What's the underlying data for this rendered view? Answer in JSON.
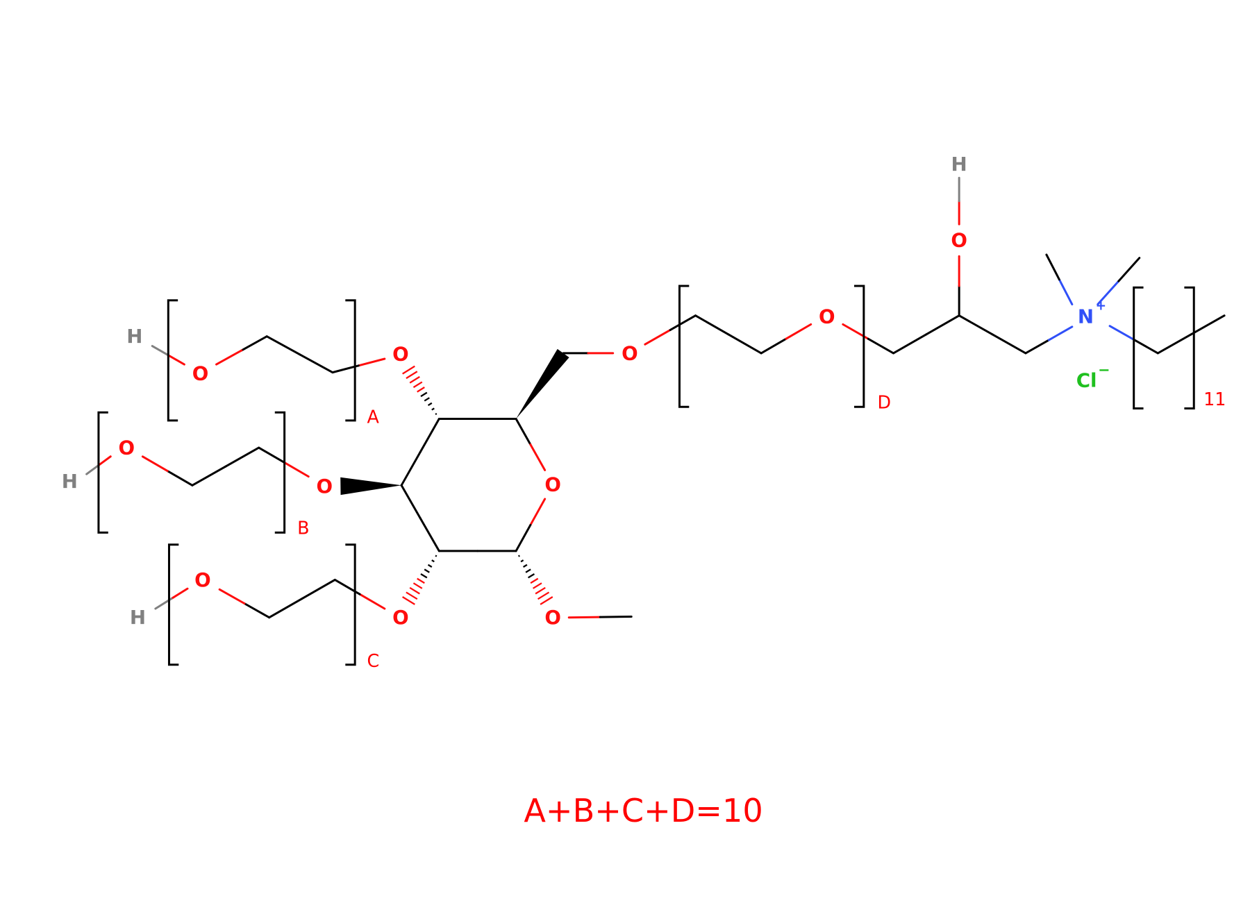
{
  "molecule": {
    "atoms": {
      "o_ring": "O",
      "o_c6": "O",
      "o_peg_d": "O",
      "o_hydroxyl": "O",
      "h_hydroxyl": "H",
      "n_plus": "N",
      "n_charge": "+",
      "cl": "Cl",
      "cl_charge": "−",
      "o_a_link": "O",
      "o_a": "O",
      "h_a": "H",
      "o_b_link": "O",
      "o_b": "O",
      "h_b": "H",
      "o_c_link": "O",
      "o_c": "O",
      "h_c": "H",
      "o_methoxy": "O"
    },
    "repeat_labels": {
      "a": "A",
      "b": "B",
      "c": "C",
      "d": "D",
      "alkyl": "11"
    },
    "constraint": "A+B+C+D=10"
  },
  "colors": {
    "oxygen": "#ff0d0d",
    "nitrogen": "#3050f8",
    "chlorine": "#1fc01f",
    "hydrogen": "#808080",
    "bond": "#000000"
  }
}
